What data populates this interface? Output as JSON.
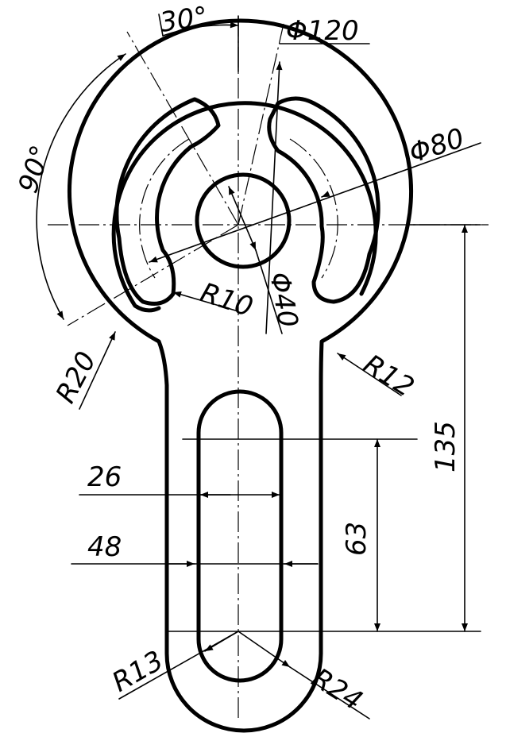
{
  "labels": {
    "angle_30": "30°",
    "angle_90": "90°",
    "dia_120": "Φ120",
    "dia_80": "Φ80",
    "dia_40": "Φ40",
    "r10": "R10",
    "r20": "R20",
    "r12": "R12",
    "dim_135": "135",
    "dim_63": "63",
    "dim_26": "26",
    "dim_48": "48",
    "r13": "R13",
    "r24": "R24"
  }
}
